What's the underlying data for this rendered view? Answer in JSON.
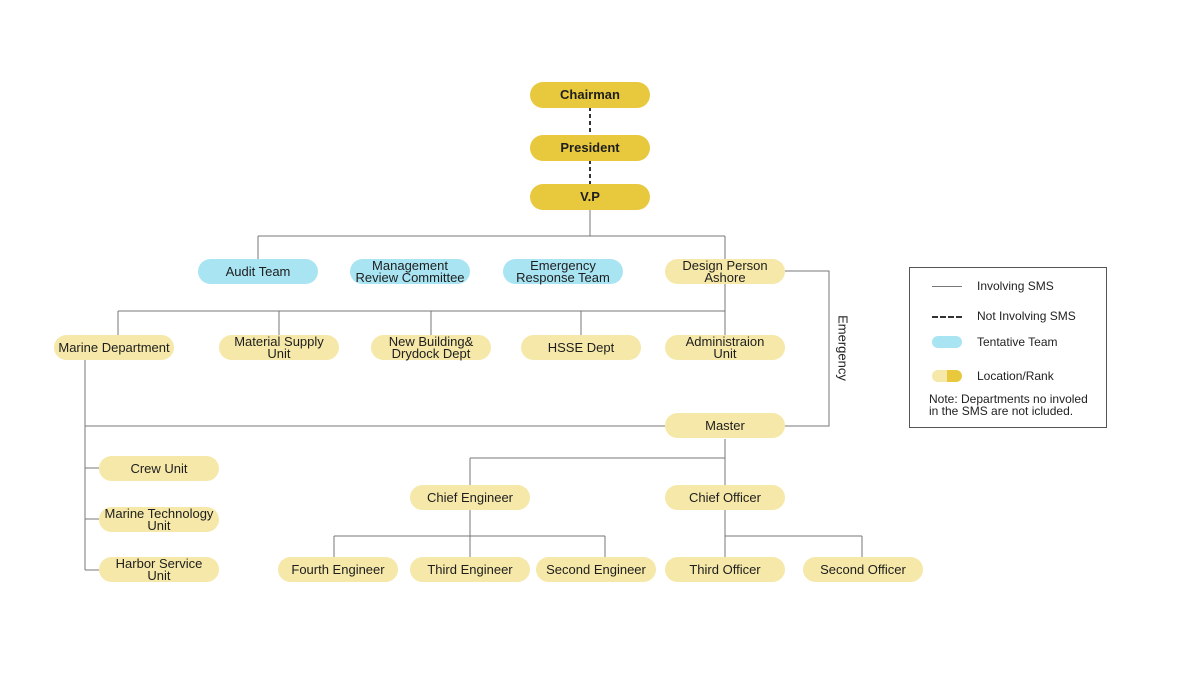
{
  "nodes": {
    "chairman": "Chairman",
    "president": "President",
    "vp": "V.P",
    "audit_team": "Audit Team",
    "management_review": "Management\nReview Committee",
    "emergency_response": "Emergency\nResponse Team",
    "design_person": "Design Person\nAshore",
    "marine_department": "Marine Department",
    "material_supply": "Material Supply\nUnit",
    "new_building": "New Building&\nDrydock Dept",
    "hsse": "HSSE Dept",
    "administration": "Administraion\nUnit",
    "master": "Master",
    "crew_unit": "Crew Unit",
    "marine_technology": "Marine Technology\nUnit",
    "harbor_service": "Harbor Service\nUnit",
    "chief_engineer": "Chief Engineer",
    "chief_officer": "Chief Officer",
    "fourth_engineer": "Fourth Engineer",
    "third_engineer": "Third Engineer",
    "second_engineer": "Second Engineer",
    "third_officer": "Third Officer",
    "second_officer": "Second Officer"
  },
  "emergency_label": "Emergency",
  "legend": {
    "involving": "Involving SMS",
    "not_involving": "Not Involving SMS",
    "tentative": "Tentative Team",
    "location_rank": "Location/Rank",
    "note": "Note: Departments no involed\nin the SMS are not icluded."
  },
  "colors": {
    "top_level": "#e8c93d",
    "location_rank": "#f5e8a8",
    "tentative_team": "#a9e4f3",
    "line": "#777777"
  }
}
